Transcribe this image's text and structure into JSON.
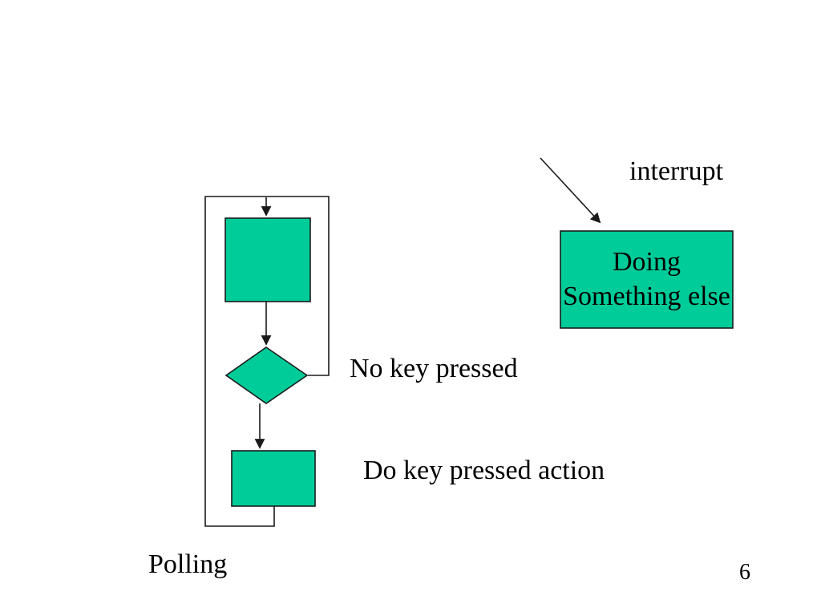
{
  "slide": {
    "page_number": "6"
  },
  "colors": {
    "background": "#ffffff",
    "shape_fill": "#00cc99",
    "shape_border": "#1a1a1a",
    "line": "#1a1a1a",
    "text": "#000000"
  },
  "polling_flowchart": {
    "caption": "Polling",
    "decision_label": "No key pressed",
    "action_label": "Do key pressed action"
  },
  "interrupt_diagram": {
    "arrow_label": "interrupt",
    "box_label_line1": "Doing",
    "box_label_line2": "Something else"
  }
}
